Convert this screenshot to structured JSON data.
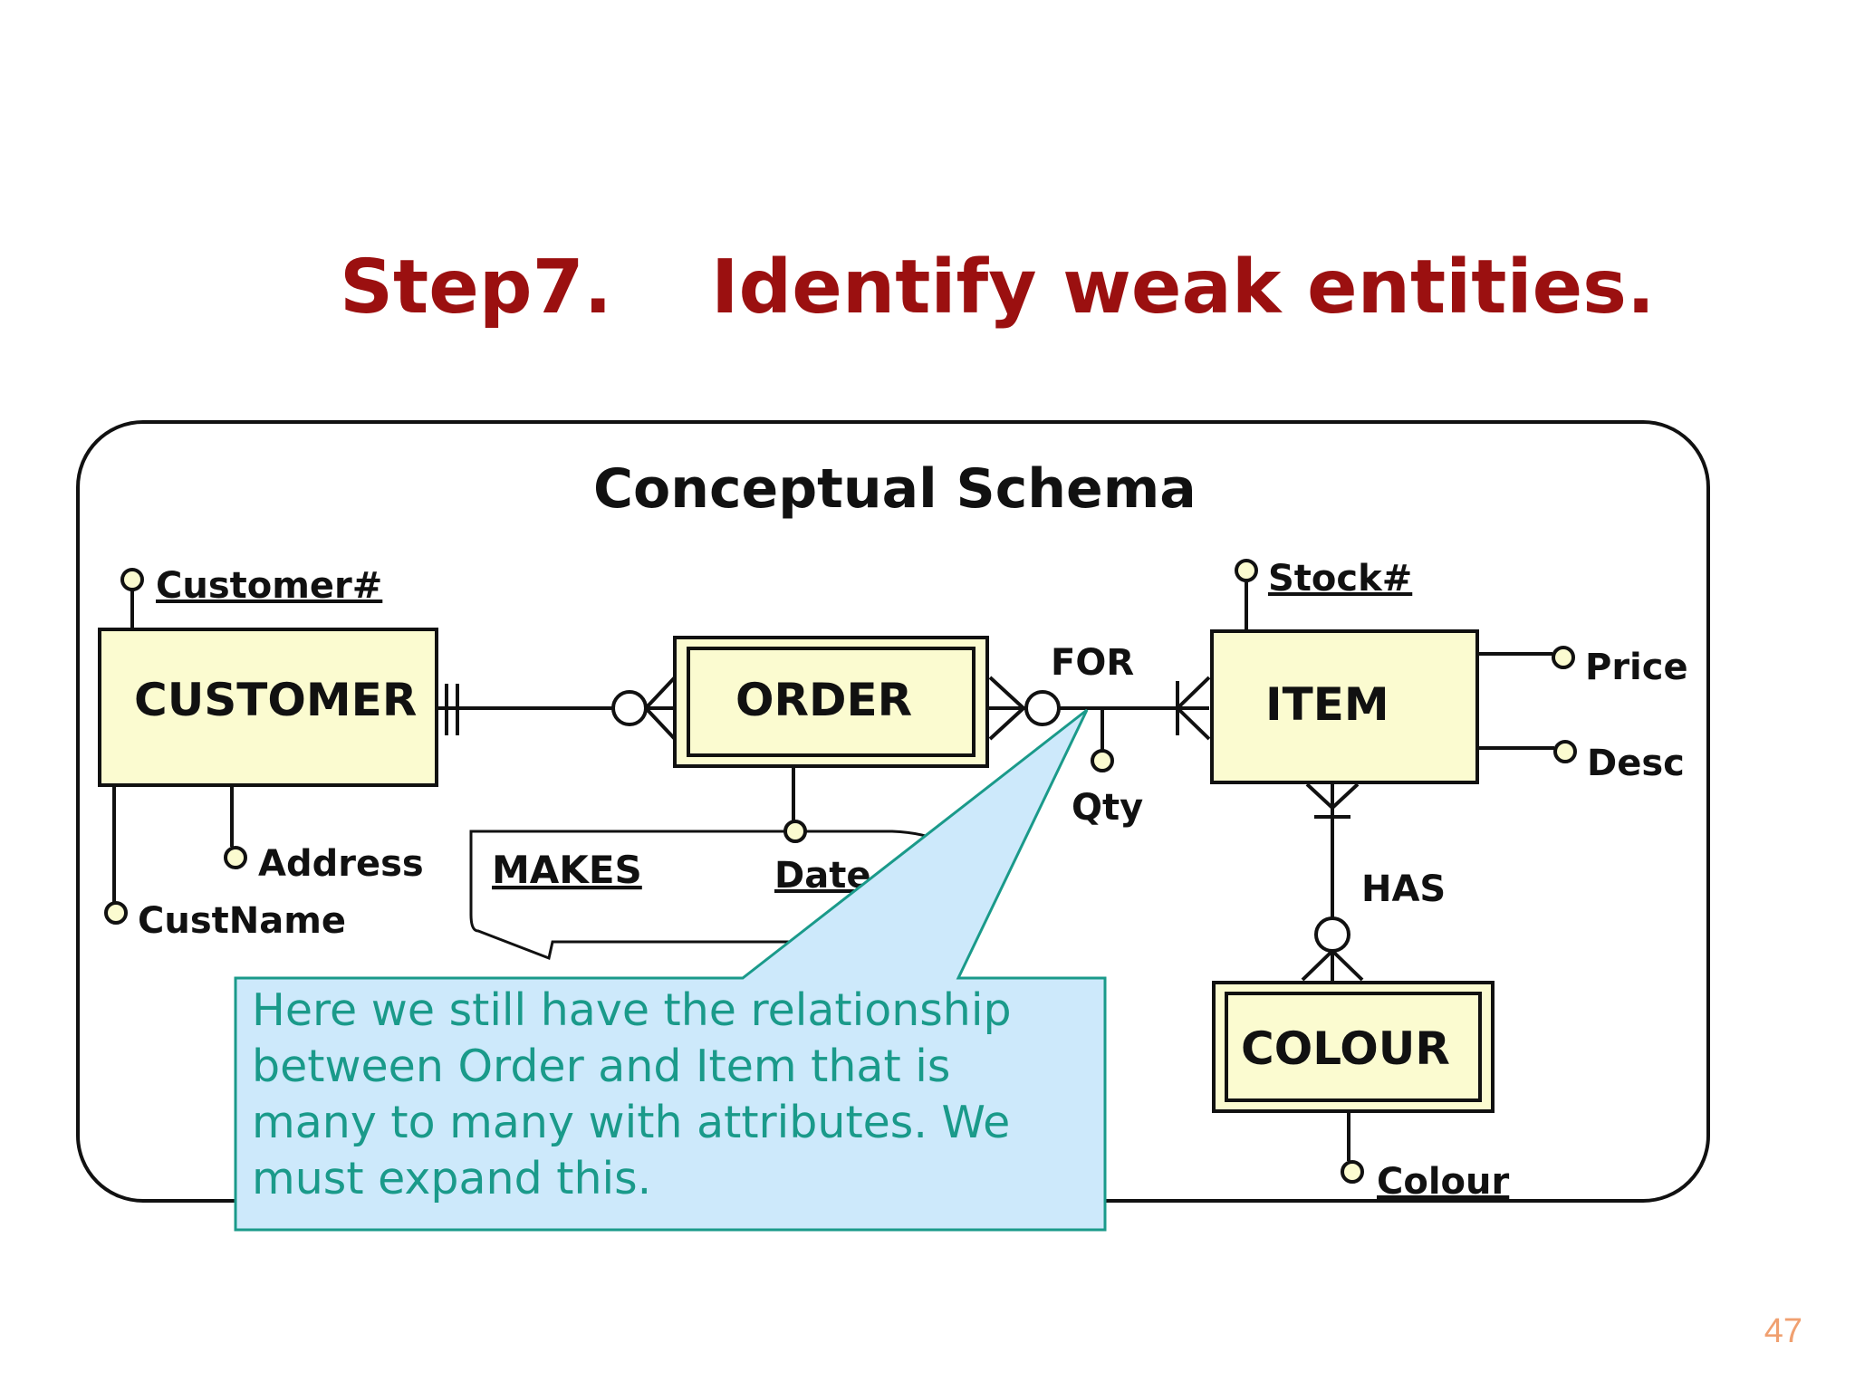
{
  "slide": {
    "step": "Step7.",
    "heading": "Identify weak entities.",
    "page_number": "47"
  },
  "schema": {
    "title": "Conceptual Schema",
    "entities": {
      "customer": "CUSTOMER",
      "order": "ORDER",
      "item": "ITEM",
      "colour": "COLOUR"
    },
    "attributes": {
      "customer_id": "Customer#",
      "address": "Address",
      "cust_name": "CustName",
      "date": "Date",
      "qty": "Qty",
      "stock_id": "Stock#",
      "price": "Price",
      "desc": "Desc",
      "colour": "Colour"
    },
    "relationships": {
      "makes": "MAKES",
      "for": "FOR",
      "has": "HAS"
    }
  },
  "callout": {
    "lines": [
      "Here we still have the relationship",
      "between Order and Item that is",
      "many to many with attributes. We",
      "must expand this."
    ]
  },
  "colors": {
    "title": "#9b1010",
    "entity_fill": "#fbfbd0",
    "callout_fill": "#cde9fb",
    "callout_border": "#1a9a8a",
    "callout_text": "#1a9a8a",
    "page_number": "#f0a070"
  }
}
